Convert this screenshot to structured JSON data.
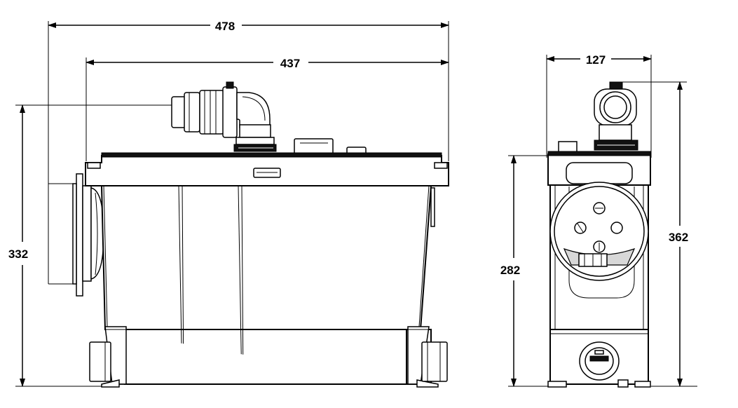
{
  "dimensions": {
    "front_overall_width": "478",
    "front_body_width": "437",
    "front_height_to_outlet": "332",
    "side_width": "127",
    "side_body_height": "282",
    "side_total_height": "362"
  }
}
